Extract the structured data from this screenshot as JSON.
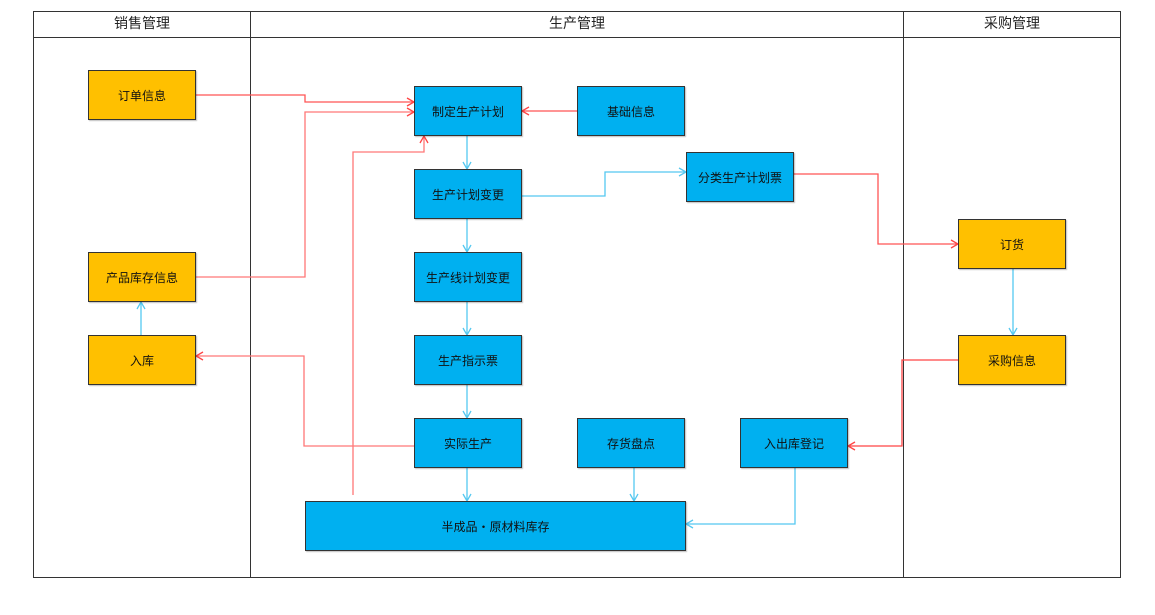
{
  "colors": {
    "orange": "#FFC000",
    "blue": "#00B0F0",
    "red_edge": "#FF5555",
    "blue_edge": "#55C8F0",
    "border": "#333333"
  },
  "lanes": [
    {
      "id": "sales",
      "title": "销售管理"
    },
    {
      "id": "production",
      "title": "生产管理"
    },
    {
      "id": "purchase",
      "title": "采购管理"
    }
  ],
  "nodes": {
    "order_info": {
      "label": "订单信息",
      "lane": "sales",
      "color": "orange"
    },
    "product_stock_info": {
      "label": "产品库存信息",
      "lane": "sales",
      "color": "orange"
    },
    "stock_in": {
      "label": "入库",
      "lane": "sales",
      "color": "orange"
    },
    "make_plan": {
      "label": "制定生产计划",
      "lane": "production",
      "color": "blue"
    },
    "base_info": {
      "label": "基础信息",
      "lane": "production",
      "color": "blue"
    },
    "plan_change": {
      "label": "生产计划变更",
      "lane": "production",
      "color": "blue"
    },
    "category_plan_ticket": {
      "label": "分类生产计划票",
      "lane": "production",
      "color": "blue"
    },
    "line_plan_change": {
      "label": "生产线计划变更",
      "lane": "production",
      "color": "blue"
    },
    "instruction_ticket": {
      "label": "生产指示票",
      "lane": "production",
      "color": "blue"
    },
    "actual_production": {
      "label": "实际生产",
      "lane": "production",
      "color": "blue"
    },
    "inventory_check": {
      "label": "存货盘点",
      "lane": "production",
      "color": "blue"
    },
    "inout_register": {
      "label": "入出库登记",
      "lane": "production",
      "color": "blue"
    },
    "wip_material_stock": {
      "label": "半成品・原材料库存",
      "lane": "production",
      "color": "blue"
    },
    "order_goods": {
      "label": "订货",
      "lane": "purchase",
      "color": "orange"
    },
    "purchase_info": {
      "label": "采购信息",
      "lane": "purchase",
      "color": "orange"
    }
  },
  "edges": [
    {
      "from": "order_info",
      "to": "make_plan",
      "color": "red"
    },
    {
      "from": "product_stock_info",
      "to": "make_plan",
      "color": "red"
    },
    {
      "from": "wip_material_stock",
      "to": "make_plan",
      "color": "red"
    },
    {
      "from": "base_info",
      "to": "make_plan",
      "color": "red"
    },
    {
      "from": "make_plan",
      "to": "plan_change",
      "color": "blue"
    },
    {
      "from": "plan_change",
      "to": "category_plan_ticket",
      "color": "blue"
    },
    {
      "from": "plan_change",
      "to": "line_plan_change",
      "color": "blue"
    },
    {
      "from": "line_plan_change",
      "to": "instruction_ticket",
      "color": "blue"
    },
    {
      "from": "instruction_ticket",
      "to": "actual_production",
      "color": "blue"
    },
    {
      "from": "actual_production",
      "to": "wip_material_stock",
      "color": "blue"
    },
    {
      "from": "actual_production",
      "to": "stock_in",
      "color": "red"
    },
    {
      "from": "inventory_check",
      "to": "wip_material_stock",
      "color": "blue"
    },
    {
      "from": "inout_register",
      "to": "wip_material_stock",
      "color": "blue"
    },
    {
      "from": "stock_in",
      "to": "product_stock_info",
      "color": "blue"
    },
    {
      "from": "category_plan_ticket",
      "to": "order_goods",
      "color": "red"
    },
    {
      "from": "order_goods",
      "to": "purchase_info",
      "color": "blue"
    },
    {
      "from": "purchase_info",
      "to": "inout_register",
      "color": "red"
    }
  ]
}
